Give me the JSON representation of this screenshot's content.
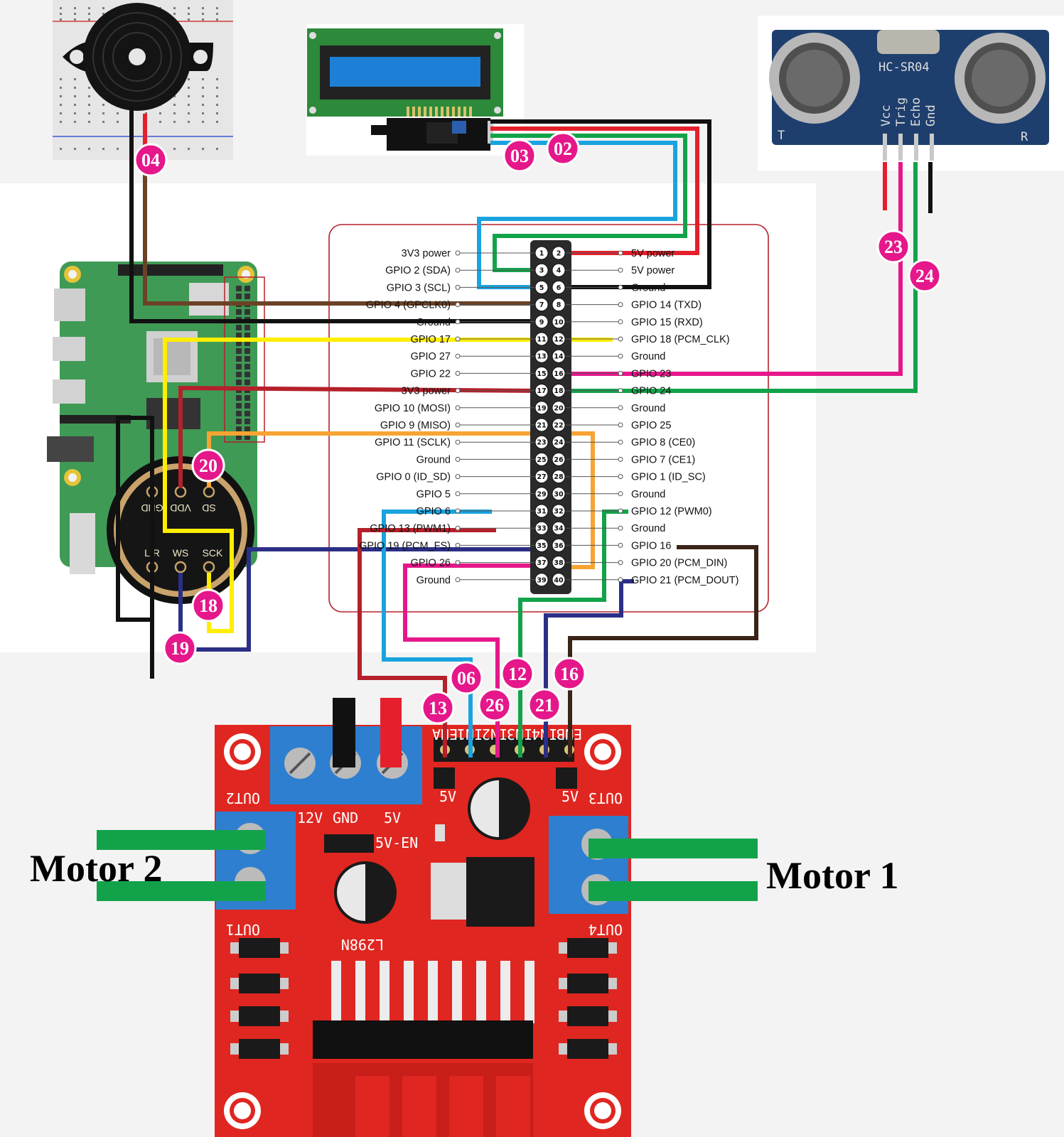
{
  "colors": {
    "red": "#e51f2b",
    "black": "#111111",
    "green": "#12a34a",
    "blue": "#1aa3df",
    "brown": "#6b4226",
    "yellow": "#ffee00",
    "orange": "#f6a434",
    "magenta": "#e5178a",
    "navy": "#2b2f86",
    "darkred": "#b5202a",
    "darkbrown": "#3a2418",
    "badge": "#e5178a"
  },
  "header": {
    "left_pins": [
      {
        "num": "1",
        "label": "3V3 power"
      },
      {
        "num": "3",
        "label": "GPIO 2 (SDA)"
      },
      {
        "num": "5",
        "label": "GPIO 3 (SCL)"
      },
      {
        "num": "7",
        "label": "GPIO 4 (GPCLK0)"
      },
      {
        "num": "9",
        "label": "Ground"
      },
      {
        "num": "11",
        "label": "GPIO 17"
      },
      {
        "num": "13",
        "label": "GPIO 27"
      },
      {
        "num": "15",
        "label": "GPIO 22"
      },
      {
        "num": "17",
        "label": "3V3 power"
      },
      {
        "num": "19",
        "label": "GPIO 10 (MOSI)"
      },
      {
        "num": "21",
        "label": "GPIO 9 (MISO)"
      },
      {
        "num": "23",
        "label": "GPIO 11 (SCLK)"
      },
      {
        "num": "25",
        "label": "Ground"
      },
      {
        "num": "27",
        "label": "GPIO 0 (ID_SD)"
      },
      {
        "num": "29",
        "label": "GPIO 5"
      },
      {
        "num": "31",
        "label": "GPIO 6"
      },
      {
        "num": "33",
        "label": "GPIO 13 (PWM1)"
      },
      {
        "num": "35",
        "label": "GPIO 19 (PCM_FS)"
      },
      {
        "num": "37",
        "label": "GPIO 26"
      },
      {
        "num": "39",
        "label": "Ground"
      }
    ],
    "right_pins": [
      {
        "num": "2",
        "label": "5V power"
      },
      {
        "num": "4",
        "label": "5V power"
      },
      {
        "num": "6",
        "label": "Ground"
      },
      {
        "num": "8",
        "label": "GPIO 14 (TXD)"
      },
      {
        "num": "10",
        "label": "GPIO 15 (RXD)"
      },
      {
        "num": "12",
        "label": "GPIO 18 (PCM_CLK)"
      },
      {
        "num": "14",
        "label": "Ground"
      },
      {
        "num": "16",
        "label": "GPIO 23"
      },
      {
        "num": "18",
        "label": "GPIO 24"
      },
      {
        "num": "20",
        "label": "Ground"
      },
      {
        "num": "22",
        "label": "GPIO 25"
      },
      {
        "num": "24",
        "label": "GPIO 8 (CE0)"
      },
      {
        "num": "26",
        "label": "GPIO 7 (CE1)"
      },
      {
        "num": "28",
        "label": "GPIO 1 (ID_SC)"
      },
      {
        "num": "30",
        "label": "Ground"
      },
      {
        "num": "32",
        "label": "GPIO 12 (PWM0)"
      },
      {
        "num": "34",
        "label": "Ground"
      },
      {
        "num": "36",
        "label": "GPIO 16"
      },
      {
        "num": "38",
        "label": "GPIO 20 (PCM_DIN)"
      },
      {
        "num": "40",
        "label": "GPIO 21 (PCM_DOUT)"
      }
    ]
  },
  "badges": {
    "b04": "04",
    "b03": "03",
    "b02": "02",
    "b23": "23",
    "b24": "24",
    "b20": "20",
    "b18": "18",
    "b19": "19",
    "b06": "06",
    "b12": "12",
    "b16": "16",
    "b13": "13",
    "b26": "26",
    "b21": "21"
  },
  "ultrasonic": {
    "model": "HC-SR04",
    "pins": [
      "Vcc",
      "Trig",
      "Echo",
      "Gnd"
    ],
    "corner_left": "T",
    "corner_right": "R"
  },
  "microphone": {
    "pins_top": [
      "GND",
      "VDD",
      "SD"
    ],
    "pins_bottom": [
      "L/R",
      "WS",
      "SCK"
    ]
  },
  "driver": {
    "chip": "L298N",
    "out1": "OUT1",
    "out2": "OUT2",
    "out3": "OUT3",
    "out4": "OUT4",
    "power_labels": [
      "12V",
      "GND",
      "5V"
    ],
    "header_labels": [
      "ENA",
      "IN1",
      "IN2",
      "IN3",
      "IN4",
      "ENB"
    ],
    "five_v": "5V",
    "five_v_en": "5V-EN"
  },
  "motor_labels": {
    "motor1": "Motor 1",
    "motor2": "Motor 2"
  }
}
